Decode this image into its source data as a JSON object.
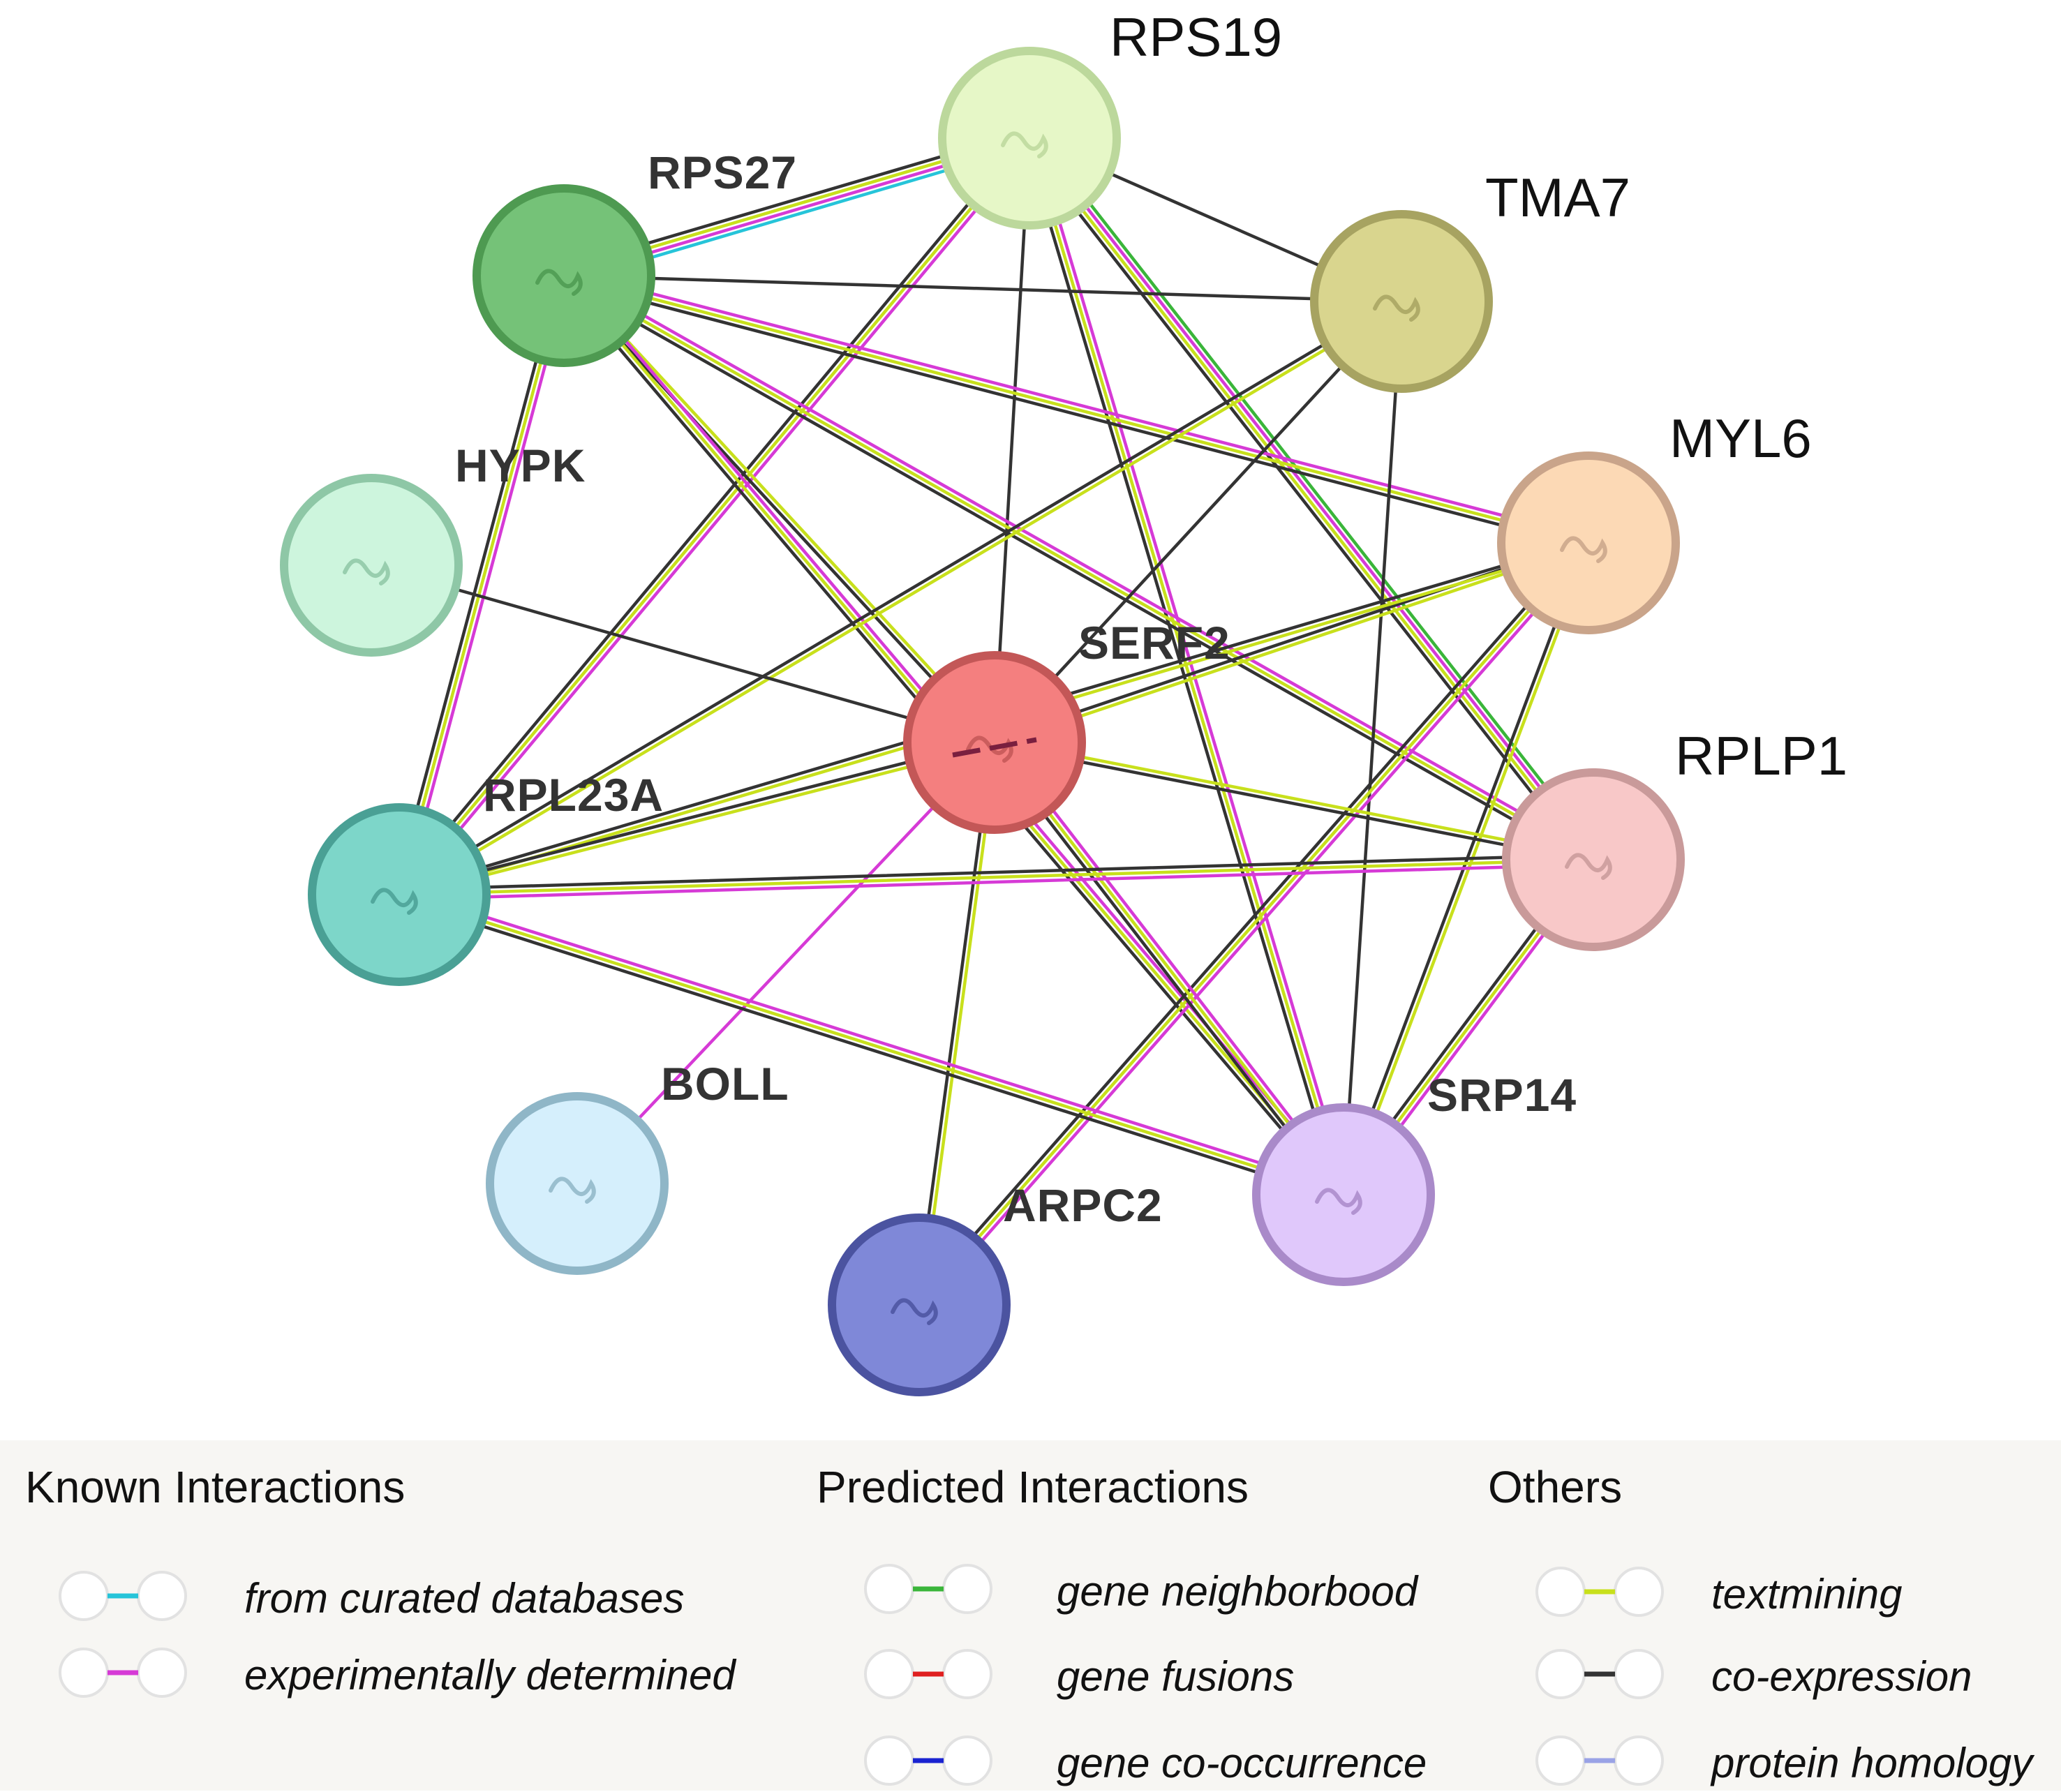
{
  "colors": {
    "curated_databases": "#26c4d9",
    "experimentally_determined": "#d63ad6",
    "gene_neighborhood": "#3ab53a",
    "gene_fusions": "#e02020",
    "gene_co_occurrence": "#1a23d1",
    "textmining": "#c8e01c",
    "co_expression": "#333333",
    "protein_homology": "#9aa3e6"
  },
  "nodes": [
    {
      "id": "RPS19",
      "label": "RPS19",
      "fill": "#e6f7c7",
      "stroke": "#bcd89c",
      "label_style": "outer"
    },
    {
      "id": "RPS27",
      "label": "RPS27",
      "fill": "#75c278",
      "stroke": "#4e9a51",
      "label_style": "inner"
    },
    {
      "id": "TMA7",
      "label": "TMA7",
      "fill": "#d9d58e",
      "stroke": "#a7a361",
      "label_style": "outer"
    },
    {
      "id": "HYPK",
      "label": "HYPK",
      "fill": "#cdf5dd",
      "stroke": "#8ec7a6",
      "label_style": "inner"
    },
    {
      "id": "MYL6",
      "label": "MYL6",
      "fill": "#fcd9b5",
      "stroke": "#c9a48a",
      "label_style": "outer"
    },
    {
      "id": "SERF2",
      "label": "SERF2",
      "fill": "#f47f7f",
      "stroke": "#c35757",
      "label_style": "inner"
    },
    {
      "id": "RPLP1",
      "label": "RPLP1",
      "fill": "#f8c8c8",
      "stroke": "#c99a9a",
      "label_style": "outer"
    },
    {
      "id": "RPL23A",
      "label": "RPL23A",
      "fill": "#7dd6c9",
      "stroke": "#4aa095",
      "label_style": "inner"
    },
    {
      "id": "BOLL",
      "label": "BOLL",
      "fill": "#d5effc",
      "stroke": "#8fb6c7",
      "label_style": "inner"
    },
    {
      "id": "SRP14",
      "label": "SRP14",
      "fill": "#e0c8fb",
      "stroke": "#a98ac9",
      "label_style": "inner"
    },
    {
      "id": "ARPC2",
      "label": "ARPC2",
      "fill": "#7f88d8",
      "stroke": "#4b53a0",
      "label_style": "inner"
    }
  ],
  "edges": [
    {
      "source": "RPS19",
      "target": "RPS27",
      "types": [
        "curated_databases",
        "experimentally_determined",
        "textmining",
        "co_expression"
      ]
    },
    {
      "source": "RPS19",
      "target": "TMA7",
      "types": [
        "co_expression"
      ]
    },
    {
      "source": "RPS19",
      "target": "SERF2",
      "types": [
        "co_expression"
      ]
    },
    {
      "source": "RPS19",
      "target": "RPL23A",
      "types": [
        "experimentally_determined",
        "textmining",
        "co_expression"
      ]
    },
    {
      "source": "RPS19",
      "target": "RPLP1",
      "types": [
        "gene_neighborhood",
        "experimentally_determined",
        "textmining",
        "co_expression"
      ]
    },
    {
      "source": "RPS19",
      "target": "SRP14",
      "types": [
        "experimentally_determined",
        "textmining",
        "co_expression"
      ]
    },
    {
      "source": "RPS27",
      "target": "TMA7",
      "types": [
        "co_expression"
      ]
    },
    {
      "source": "RPS27",
      "target": "MYL6",
      "types": [
        "experimentally_determined",
        "textmining",
        "co_expression"
      ]
    },
    {
      "source": "RPS27",
      "target": "SERF2",
      "types": [
        "textmining",
        "co_expression"
      ]
    },
    {
      "source": "RPS27",
      "target": "RPLP1",
      "types": [
        "experimentally_determined",
        "textmining",
        "co_expression"
      ]
    },
    {
      "source": "RPS27",
      "target": "RPL23A",
      "types": [
        "experimentally_determined",
        "textmining",
        "co_expression"
      ]
    },
    {
      "source": "RPS27",
      "target": "SRP14",
      "types": [
        "experimentally_determined",
        "textmining",
        "co_expression"
      ]
    },
    {
      "source": "TMA7",
      "target": "SERF2",
      "types": [
        "co_expression"
      ]
    },
    {
      "source": "TMA7",
      "target": "RPL23A",
      "types": [
        "textmining",
        "co_expression"
      ]
    },
    {
      "source": "TMA7",
      "target": "SRP14",
      "types": [
        "co_expression"
      ]
    },
    {
      "source": "HYPK",
      "target": "SERF2",
      "types": [
        "co_expression"
      ]
    },
    {
      "source": "MYL6",
      "target": "SERF2",
      "types": [
        "textmining",
        "co_expression"
      ]
    },
    {
      "source": "MYL6",
      "target": "RPL23A",
      "types": [
        "textmining",
        "co_expression"
      ]
    },
    {
      "source": "MYL6",
      "target": "SRP14",
      "types": [
        "textmining",
        "co_expression"
      ]
    },
    {
      "source": "MYL6",
      "target": "ARPC2",
      "types": [
        "experimentally_determined",
        "textmining",
        "co_expression"
      ]
    },
    {
      "source": "SERF2",
      "target": "RPLP1",
      "types": [
        "textmining",
        "co_expression"
      ]
    },
    {
      "source": "SERF2",
      "target": "RPL23A",
      "types": [
        "textmining",
        "co_expression"
      ]
    },
    {
      "source": "SERF2",
      "target": "SRP14",
      "types": [
        "experimentally_determined",
        "textmining",
        "co_expression"
      ]
    },
    {
      "source": "SERF2",
      "target": "BOLL",
      "types": [
        "experimentally_determined"
      ]
    },
    {
      "source": "SERF2",
      "target": "ARPC2",
      "types": [
        "textmining",
        "co_expression"
      ]
    },
    {
      "source": "RPLP1",
      "target": "RPL23A",
      "types": [
        "experimentally_determined",
        "textmining",
        "co_expression"
      ]
    },
    {
      "source": "RPLP1",
      "target": "SRP14",
      "types": [
        "experimentally_determined",
        "textmining",
        "co_expression"
      ]
    },
    {
      "source": "RPL23A",
      "target": "SRP14",
      "types": [
        "experimentally_determined",
        "textmining",
        "co_expression"
      ]
    }
  ],
  "legend": {
    "groups": [
      {
        "title": "Known Interactions",
        "items": [
          {
            "label": "from curated databases",
            "color_key": "curated_databases"
          },
          {
            "label": "experimentally determined",
            "color_key": "experimentally_determined"
          }
        ]
      },
      {
        "title": "Predicted Interactions",
        "items": [
          {
            "label": "gene neighborbood",
            "color_key": "gene_neighborhood"
          },
          {
            "label": "gene fusions",
            "color_key": "gene_fusions"
          },
          {
            "label": "gene co-occurrence",
            "color_key": "gene_co_occurrence"
          }
        ]
      },
      {
        "title": "Others",
        "items": [
          {
            "label": "textmining",
            "color_key": "textmining"
          },
          {
            "label": "co-expression",
            "color_key": "co_expression"
          },
          {
            "label": "protein homology",
            "color_key": "protein_homology"
          }
        ]
      }
    ]
  }
}
